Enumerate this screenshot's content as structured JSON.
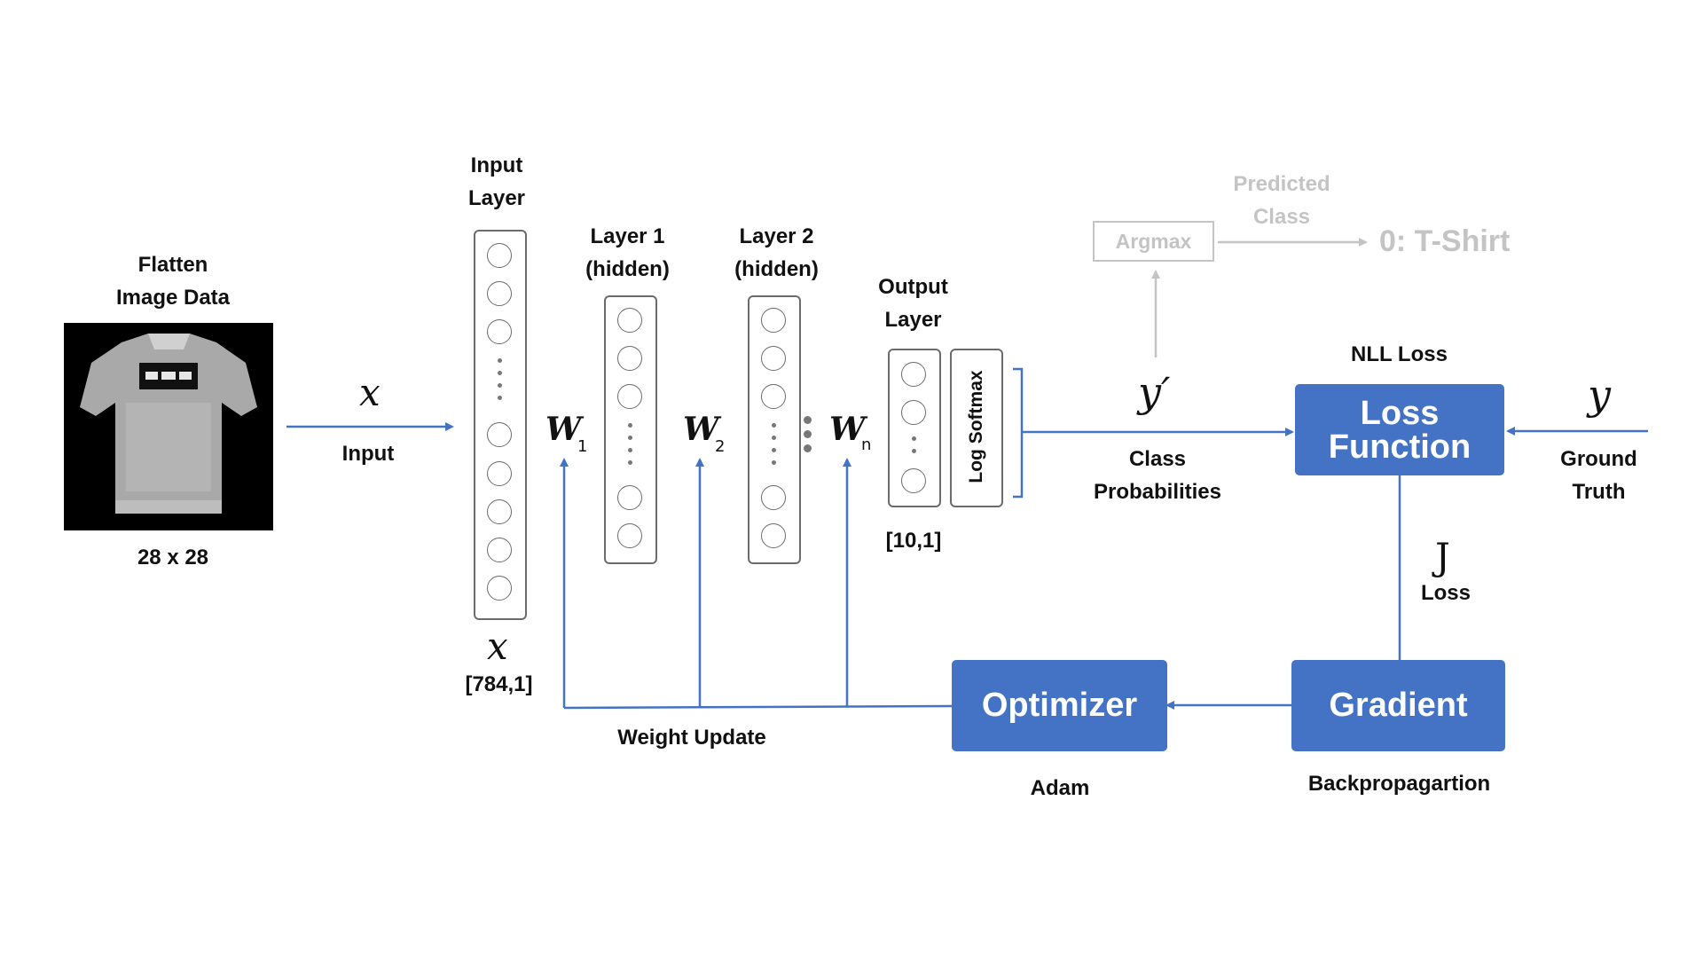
{
  "input_image": {
    "title_line1": "Flatten",
    "title_line2": "Image Data",
    "size_label": "28 x 28"
  },
  "input_arrow": {
    "symbol": "x",
    "label": "Input"
  },
  "input_layer": {
    "title_line1": "Input",
    "title_line2": "Layer",
    "symbol": "x",
    "shape": "[784,1]"
  },
  "layer1": {
    "title_line1": "Layer 1",
    "title_line2": "(hidden)"
  },
  "layer2": {
    "title_line1": "Layer 2",
    "title_line2": "(hidden)"
  },
  "weights": {
    "w1": {
      "symbol": "W",
      "sub": "1"
    },
    "w2": {
      "symbol": "W",
      "sub": "2"
    },
    "wn": {
      "symbol": "W",
      "sub": "n"
    }
  },
  "output_layer": {
    "title_line1": "Output",
    "title_line2": "Layer",
    "activation": "Log Softmax",
    "shape": "[10,1]"
  },
  "class_probs": {
    "symbol": "y′",
    "label_line1": "Class",
    "label_line2": "Probabilities"
  },
  "argmax": {
    "label": "Argmax",
    "predicted_line1": "Predicted",
    "predicted_line2": "Class",
    "result": "0: T-Shirt"
  },
  "loss": {
    "title": "NLL Loss",
    "box_line1": "Loss",
    "box_line2": "Function",
    "symbol": "J",
    "symbol_label": "Loss"
  },
  "ground_truth": {
    "symbol": "y",
    "label_line1": "Ground",
    "label_line2": "Truth"
  },
  "gradient": {
    "box": "Gradient",
    "label": "Backpropagartion"
  },
  "optimizer": {
    "box": "Optimizer",
    "label": "Adam"
  },
  "weight_update": {
    "label": "Weight Update"
  },
  "colors": {
    "accent": "#4472c4",
    "faint": "#c4c4c4",
    "layer_border": "#6b6b6b"
  }
}
